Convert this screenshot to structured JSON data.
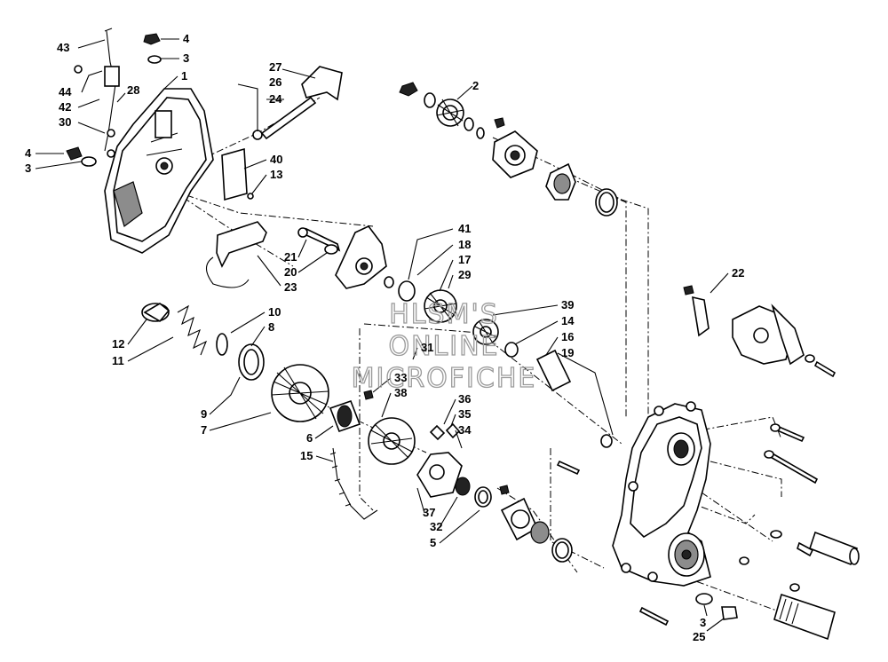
{
  "watermark": [
    "HLSM'S",
    "ONLINE",
    "MICROFICHE"
  ],
  "callouts": [
    "43",
    "4",
    "3",
    "1",
    "44",
    "28",
    "42",
    "30",
    "4",
    "3",
    "27",
    "26",
    "24",
    "40",
    "13",
    "2",
    "41",
    "18",
    "17",
    "29",
    "21",
    "20",
    "23",
    "22",
    "10",
    "8",
    "12",
    "11",
    "9",
    "7",
    "39",
    "14",
    "16",
    "19",
    "31",
    "33",
    "38",
    "36",
    "35",
    "34",
    "6",
    "15",
    "37",
    "32",
    "5",
    "3",
    "25"
  ]
}
